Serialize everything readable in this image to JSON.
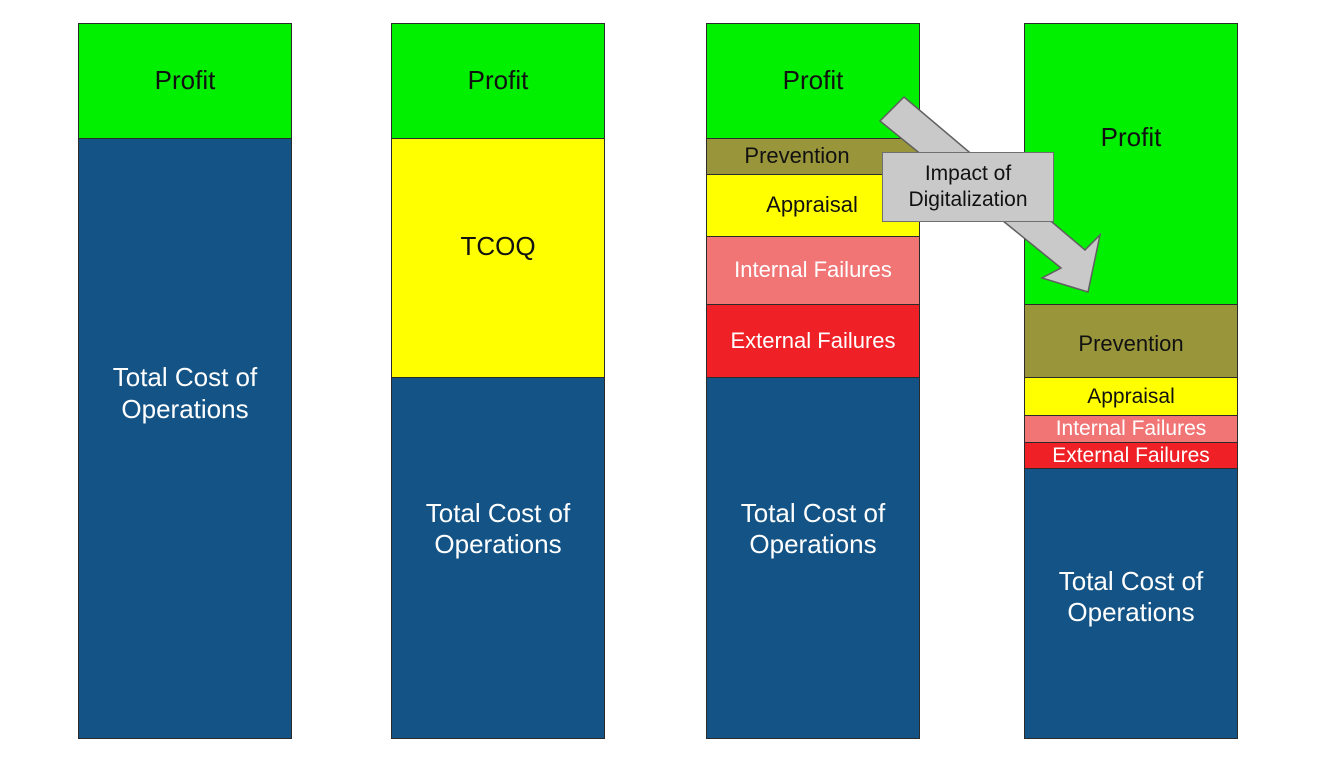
{
  "columns": [
    {
      "segments": [
        {
          "key": "profit",
          "label": "Profit"
        },
        {
          "key": "ops",
          "label": "Total Cost of\nOperations"
        }
      ]
    },
    {
      "segments": [
        {
          "key": "profit",
          "label": "Profit"
        },
        {
          "key": "tcoq",
          "label": "TCOQ"
        },
        {
          "key": "ops",
          "label": "Total Cost of\nOperations"
        }
      ]
    },
    {
      "segments": [
        {
          "key": "profit",
          "label": "Profit"
        },
        {
          "key": "prevention",
          "label": "Prevention"
        },
        {
          "key": "appraisal",
          "label": "Appraisal"
        },
        {
          "key": "internal",
          "label": "Internal Failures"
        },
        {
          "key": "external",
          "label": "External Failures"
        },
        {
          "key": "ops",
          "label": "Total Cost of\nOperations"
        }
      ]
    },
    {
      "segments": [
        {
          "key": "profit",
          "label": "Profit"
        },
        {
          "key": "prevention",
          "label": "Prevention"
        },
        {
          "key": "appraisal",
          "label": "Appraisal"
        },
        {
          "key": "internal",
          "label": "Internal Failures"
        },
        {
          "key": "external",
          "label": "External Failures"
        },
        {
          "key": "ops",
          "label": "Total Cost of\nOperations"
        }
      ]
    }
  ],
  "callout": {
    "line1": "Impact of",
    "line2": "Digitalization"
  },
  "colors": {
    "profit": "#00f000",
    "total_cost_of_operations": "#135385",
    "tcoq": "#ffff00",
    "prevention": "#99953b",
    "appraisal": "#ffff00",
    "internal_failures": "#f17575",
    "external_failures": "#ef2126",
    "callout": "#c9c9c9"
  }
}
